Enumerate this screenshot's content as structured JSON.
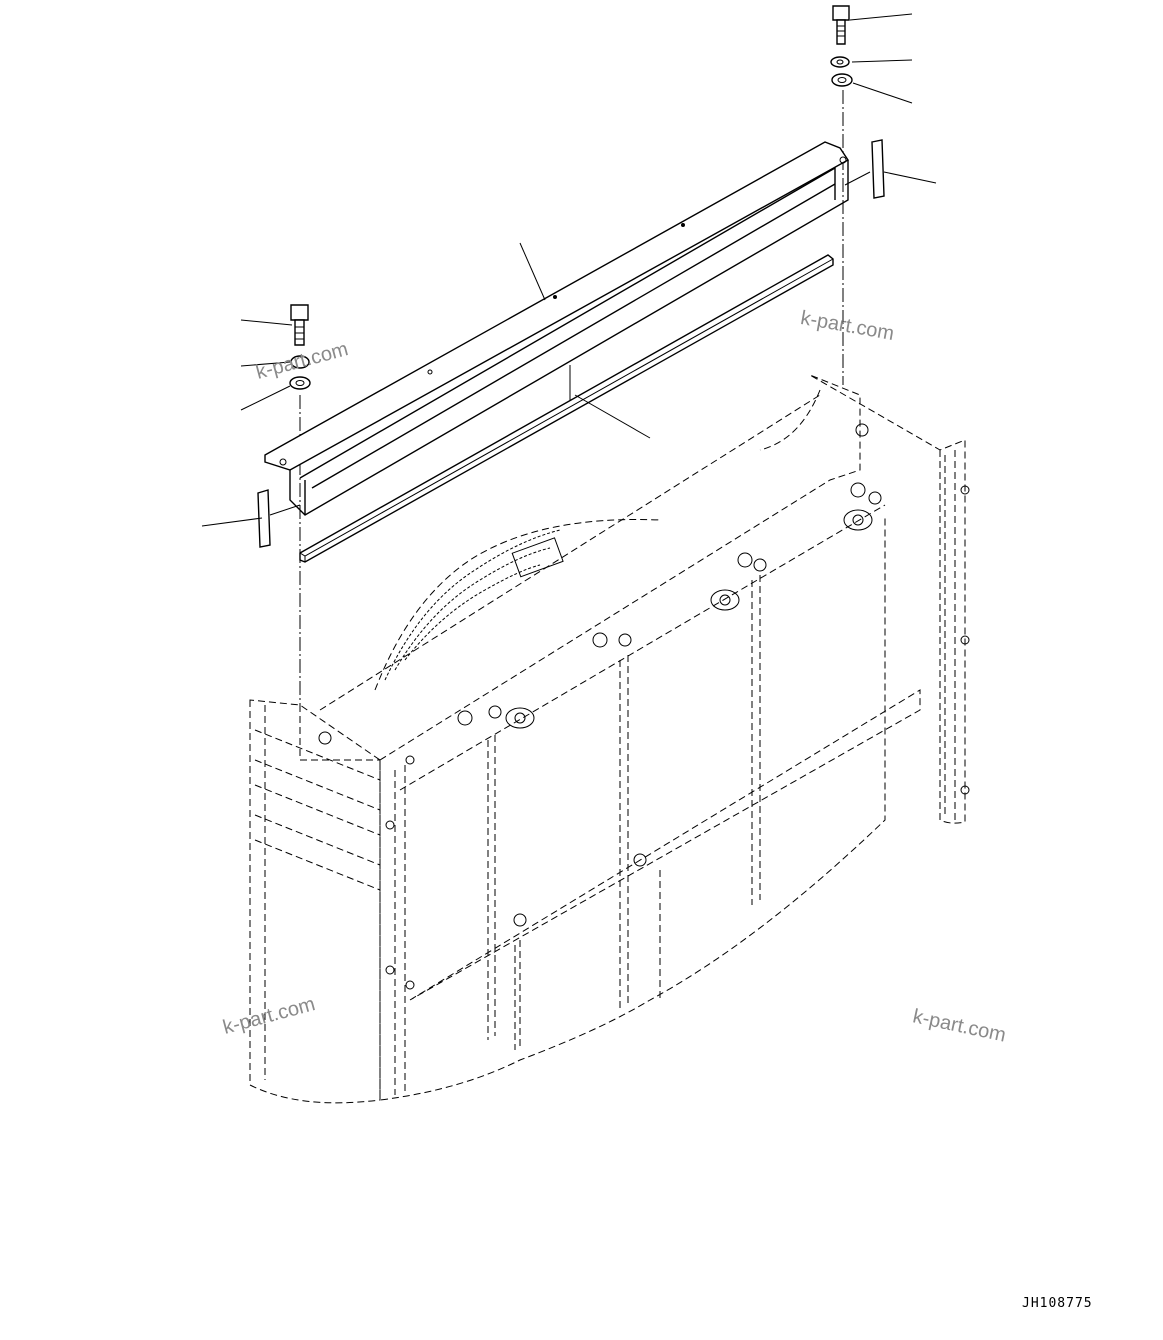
{
  "drawing": {
    "code": "JH108775",
    "watermarks": [
      "k-part.com",
      "k-part.com",
      "k-part.com",
      "k-part.com"
    ]
  }
}
